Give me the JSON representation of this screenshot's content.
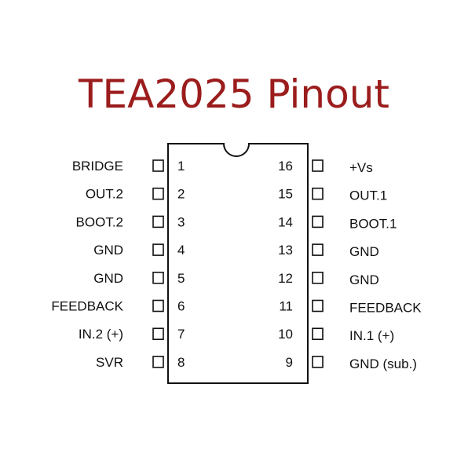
{
  "title": "TEA2025 Pinout",
  "colors": {
    "title": "#9b1c1c",
    "outline": "#111111",
    "text": "#111111",
    "background": "#ffffff"
  },
  "chip": {
    "notch": "semicircle-notch",
    "left_pins": [
      {
        "number": "1",
        "label": "BRIDGE"
      },
      {
        "number": "2",
        "label": "OUT.2"
      },
      {
        "number": "3",
        "label": "BOOT.2"
      },
      {
        "number": "4",
        "label": "GND"
      },
      {
        "number": "5",
        "label": "GND"
      },
      {
        "number": "6",
        "label": "FEEDBACK"
      },
      {
        "number": "7",
        "label": "IN.2 (+)"
      },
      {
        "number": "8",
        "label": "SVR"
      }
    ],
    "right_pins": [
      {
        "number": "16",
        "label": "+Vs"
      },
      {
        "number": "15",
        "label": "OUT.1"
      },
      {
        "number": "14",
        "label": "BOOT.1"
      },
      {
        "number": "13",
        "label": "GND"
      },
      {
        "number": "12",
        "label": "GND"
      },
      {
        "number": "11",
        "label": "FEEDBACK"
      },
      {
        "number": "10",
        "label": "IN.1 (+)"
      },
      {
        "number": "9",
        "label": "GND (sub.)"
      }
    ]
  }
}
